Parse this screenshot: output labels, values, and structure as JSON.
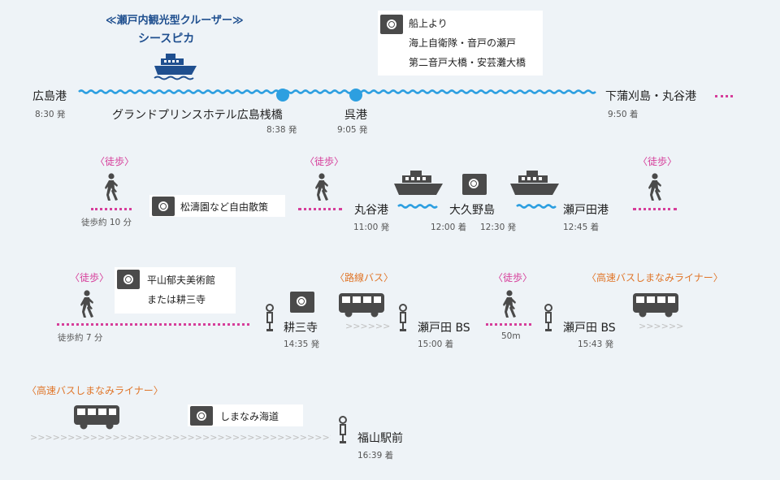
{
  "cruiser": {
    "line1": "≪瀬戸内観光型クルーザー≫",
    "line2": "シースピカ"
  },
  "row1": {
    "start": {
      "name": "広島港",
      "time": "8:30 発"
    },
    "stop1": {
      "name": "グランドプリンスホテル広島桟橋",
      "time": "8:38 発"
    },
    "stop2": {
      "name": "呉港",
      "time": "9:05 発"
    },
    "end": {
      "name": "下蒲刈島・丸谷港",
      "time": "9:50 着"
    },
    "sight_lines": [
      "船上より",
      "海上自衛隊・音戸の瀬戸",
      "第二音戸大橋・安芸灘大橋"
    ]
  },
  "row2": {
    "walk1": {
      "label": "〈徒歩〉",
      "note": "徒歩約 10 分"
    },
    "sight": "松濤園など自由散策",
    "walk2": {
      "label": "〈徒歩〉"
    },
    "p1": {
      "name": "丸谷港",
      "time": "11:00 発"
    },
    "p2": {
      "name": "大久野島",
      "time_arr": "12:00 着",
      "time_dep": "12:30 発"
    },
    "p3": {
      "name": "瀬戸田港",
      "time": "12:45 着"
    },
    "walk3": {
      "label": "〈徒歩〉"
    }
  },
  "row3": {
    "walk1": {
      "label": "〈徒歩〉",
      "note": "徒歩約 7 分"
    },
    "sight_lines": [
      "平山郁夫美術館",
      "または耕三寺"
    ],
    "stop1": {
      "name": "耕三寺",
      "time": "14:35 発"
    },
    "bus1_label": "〈路線バス〉",
    "stop2": {
      "name": "瀬戸田 BS",
      "time": "15:00 着"
    },
    "walk2": {
      "label": "〈徒歩〉",
      "note": "50m"
    },
    "stop3": {
      "name": "瀬戸田 BS",
      "time": "15:43 発"
    },
    "bus2_label": "〈高速バスしまなみライナー〉"
  },
  "row4": {
    "bus_label": "〈高速バスしまなみライナー〉",
    "sight": "しまなみ海道",
    "end": {
      "name": "福山駅前",
      "time": "16:39 着"
    }
  },
  "arrow_text": {
    "short": ">>>>>>",
    "long": ">>>>>>>>>>>>>>>>>>>>>>>>>>>>>>>>>>>>>>>>>>>>>>>>>>>>>>>>>>>>>>"
  },
  "colors": {
    "sea": "#2d9fe0",
    "walk": "#d63d9a",
    "bus": "#e0762a",
    "title": "#1f4f8f",
    "icon": "#4a4a4a"
  }
}
